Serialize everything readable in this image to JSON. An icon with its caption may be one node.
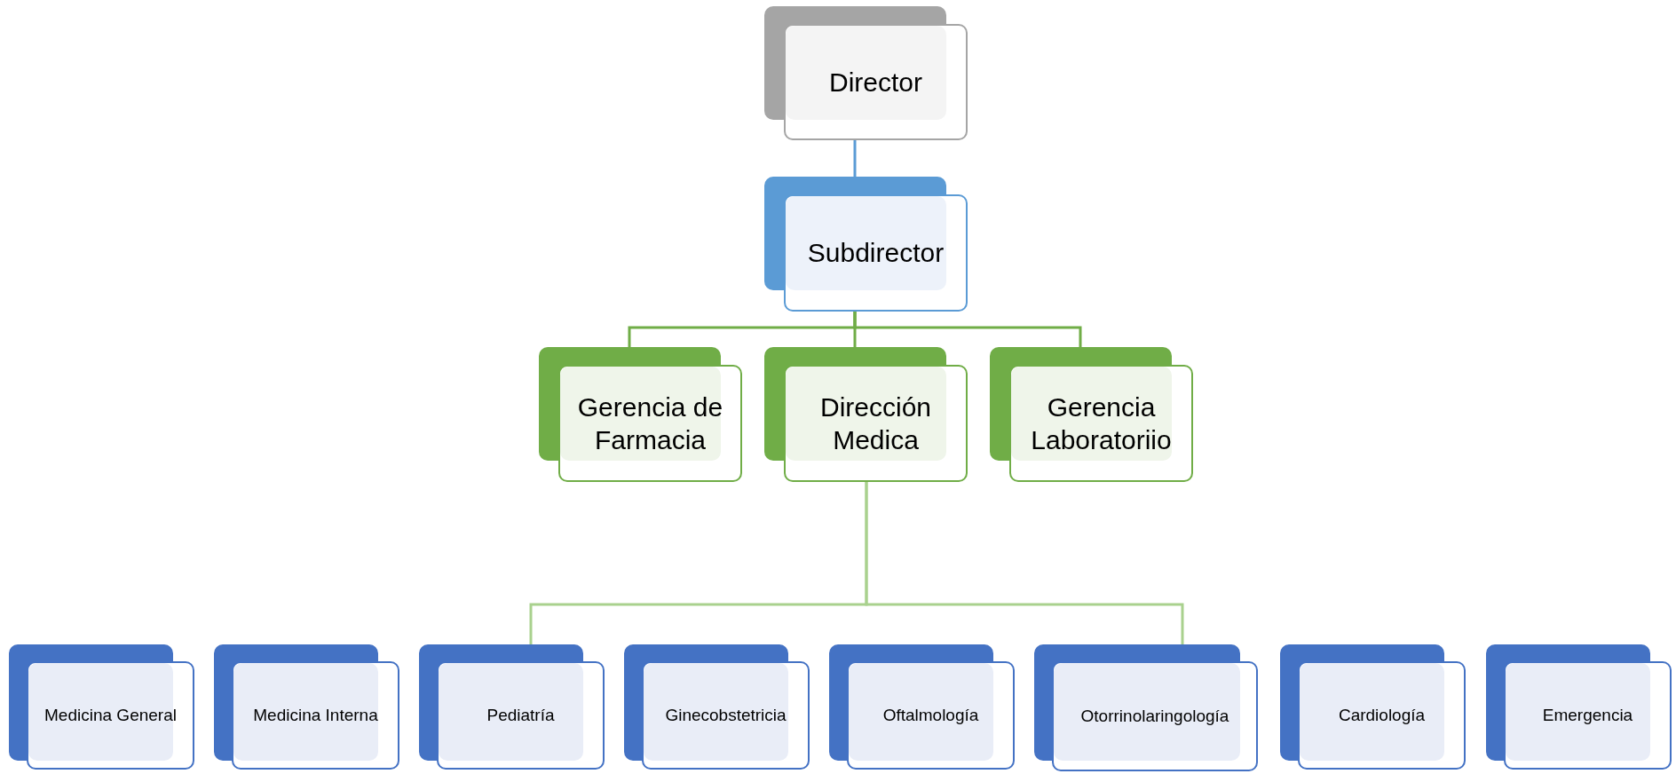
{
  "diagram": {
    "nodes": [
      {
        "text": [
          "Director"
        ]
      },
      {
        "text": [
          "Subdirector"
        ]
      },
      {
        "text": [
          "Gerencia de Farmacia"
        ]
      },
      {
        "text": [
          "Dirección Medica"
        ]
      },
      {
        "text": [
          "Gerencia Laboratoriio"
        ]
      },
      {
        "text": [
          "Medicina General"
        ]
      },
      {
        "text": [
          "Medicina Interna"
        ]
      },
      {
        "text": [
          "Pediatría"
        ]
      },
      {
        "text": [
          "Ginecobstetricia"
        ]
      },
      {
        "text": [
          "Oftalmología"
        ]
      },
      {
        "text": [
          "Otorrinolaringología"
        ]
      },
      {
        "text": [
          "Cardiología"
        ]
      },
      {
        "text": [
          "Emergencia"
        ]
      }
    ],
    "edges": [
      {
        "from": 0,
        "to": 1,
        "arrow": "none",
        "color": "#5b9bd5"
      },
      {
        "from": 1,
        "to": 2,
        "arrow": "none",
        "color": "#70ad47"
      },
      {
        "from": 1,
        "to": 3,
        "arrow": "none",
        "color": "#70ad47"
      },
      {
        "from": 1,
        "to": 4,
        "arrow": "none",
        "color": "#70ad47"
      },
      {
        "from": 3,
        "to": 7,
        "arrow": "none",
        "color": "#a9d18e"
      },
      {
        "from": 3,
        "to": 10,
        "arrow": "none",
        "color": "#a9d18e"
      }
    ]
  }
}
